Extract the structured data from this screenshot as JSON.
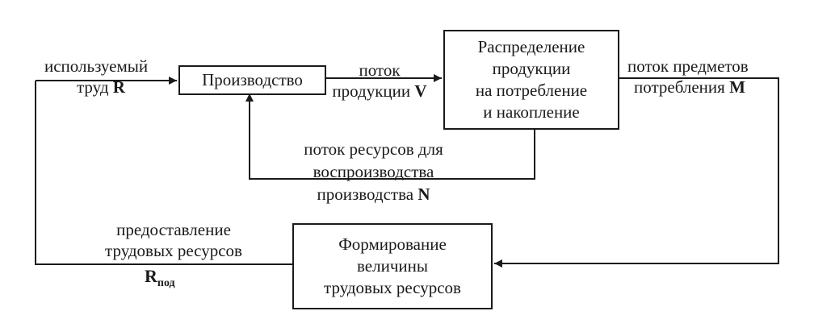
{
  "boxes": {
    "production": "Производство",
    "distribution": "Распределение\nпродукции\nна потребление\nи накопление",
    "formation": "Формирование\nвеличины\nтрудовых ресурсов"
  },
  "labels": {
    "labor_used": {
      "line1": "используемый",
      "line2_text": "труд",
      "line2_symbol": "R"
    },
    "product_flow": {
      "line1": "поток",
      "line2_text": "продукции",
      "line2_symbol": "V"
    },
    "consumer_goods_flow": {
      "line1": "поток предметов",
      "line2_text": "потребления",
      "line2_symbol": "M"
    },
    "resource_flow": {
      "line1": "поток ресурсов для",
      "line2": "воспроизводства",
      "line3_text": "производства",
      "line3_symbol": "N"
    },
    "labor_supply": {
      "line1": "предоставление",
      "line2": "трудовых ресурсов",
      "symbol": "R",
      "symbol_sub": "под"
    }
  },
  "colors": {
    "ink": "#1a1a1a",
    "background": "#ffffff"
  }
}
